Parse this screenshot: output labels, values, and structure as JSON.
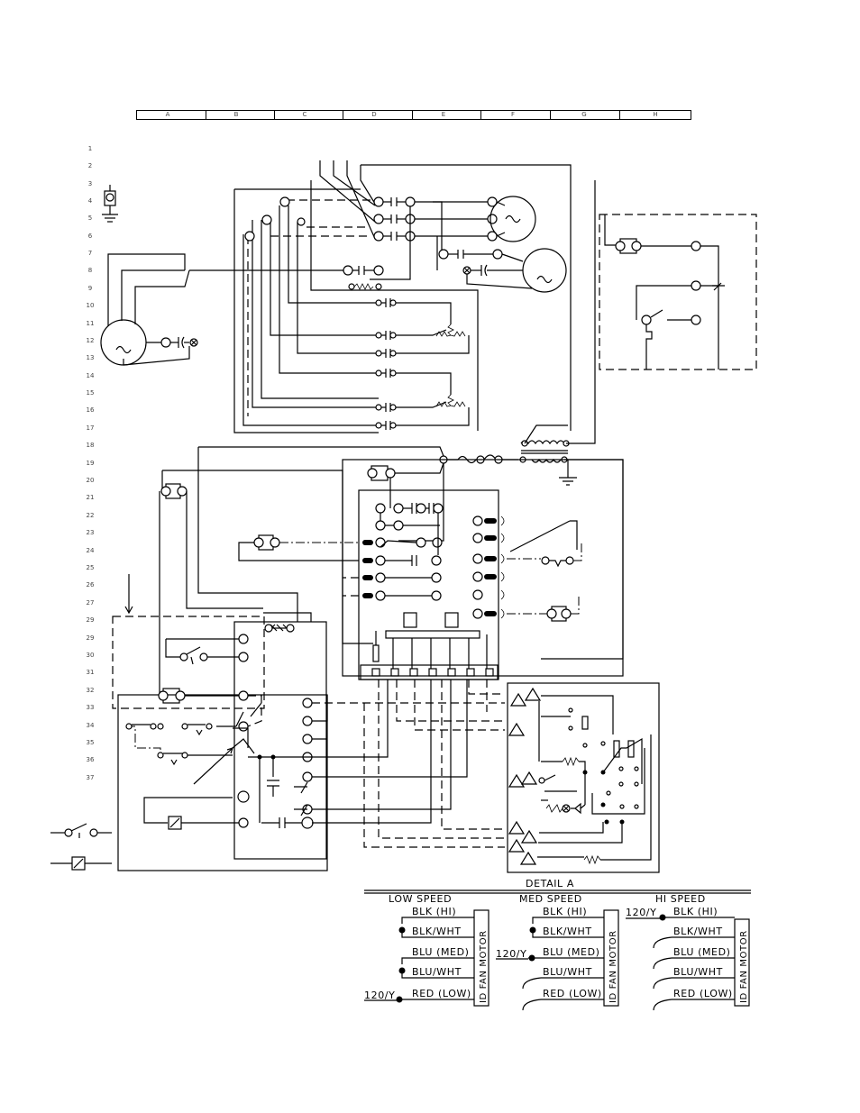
{
  "column_labels": [
    "A",
    "B",
    "C",
    "D",
    "E",
    "F",
    "G",
    "H"
  ],
  "row_numbers": [
    "1",
    "2",
    "3",
    "4",
    "5",
    "6",
    "7",
    "8",
    "9",
    "10",
    "11",
    "12",
    "13",
    "14",
    "15",
    "16",
    "17",
    "18",
    "19",
    "20",
    "21",
    "22",
    "23",
    "24",
    "25",
    "26",
    "27",
    "29",
    "29",
    "30",
    "31",
    "32",
    "33",
    "34",
    "35",
    "36",
    "37"
  ],
  "detail": {
    "title": "DETAIL A",
    "supply_label": "120/Y",
    "motor_label": "ID FAN MOTOR",
    "panels": [
      {
        "title": "LOW SPEED",
        "leads": [
          "BLK (HI)",
          "BLK/WHT",
          "BLU (MED)",
          "BLU/WHT",
          "RED (LOW)"
        ]
      },
      {
        "title": "MED SPEED",
        "leads": [
          "BLK (HI)",
          "BLK/WHT",
          "BLU (MED)",
          "BLU/WHT",
          "RED (LOW)"
        ]
      },
      {
        "title": "HI SPEED",
        "leads": [
          "BLK (HI)",
          "BLK/WHT",
          "BLU (MED)",
          "BLU/WHT",
          "RED (LOW)"
        ]
      }
    ]
  },
  "icons": {
    "motor": "motor-sine-icon",
    "terminal": "terminal-circle-icon",
    "contact": "contact-icon",
    "ground": "ground-icon",
    "transformer": "transformer-icon",
    "fuse": "fuse-icon",
    "capacitor": "capacitor-icon",
    "lamp": "lamp-icon",
    "triangle": "triangle-terminal-icon",
    "switch": "switch-icon",
    "heater": "heater-icon"
  }
}
